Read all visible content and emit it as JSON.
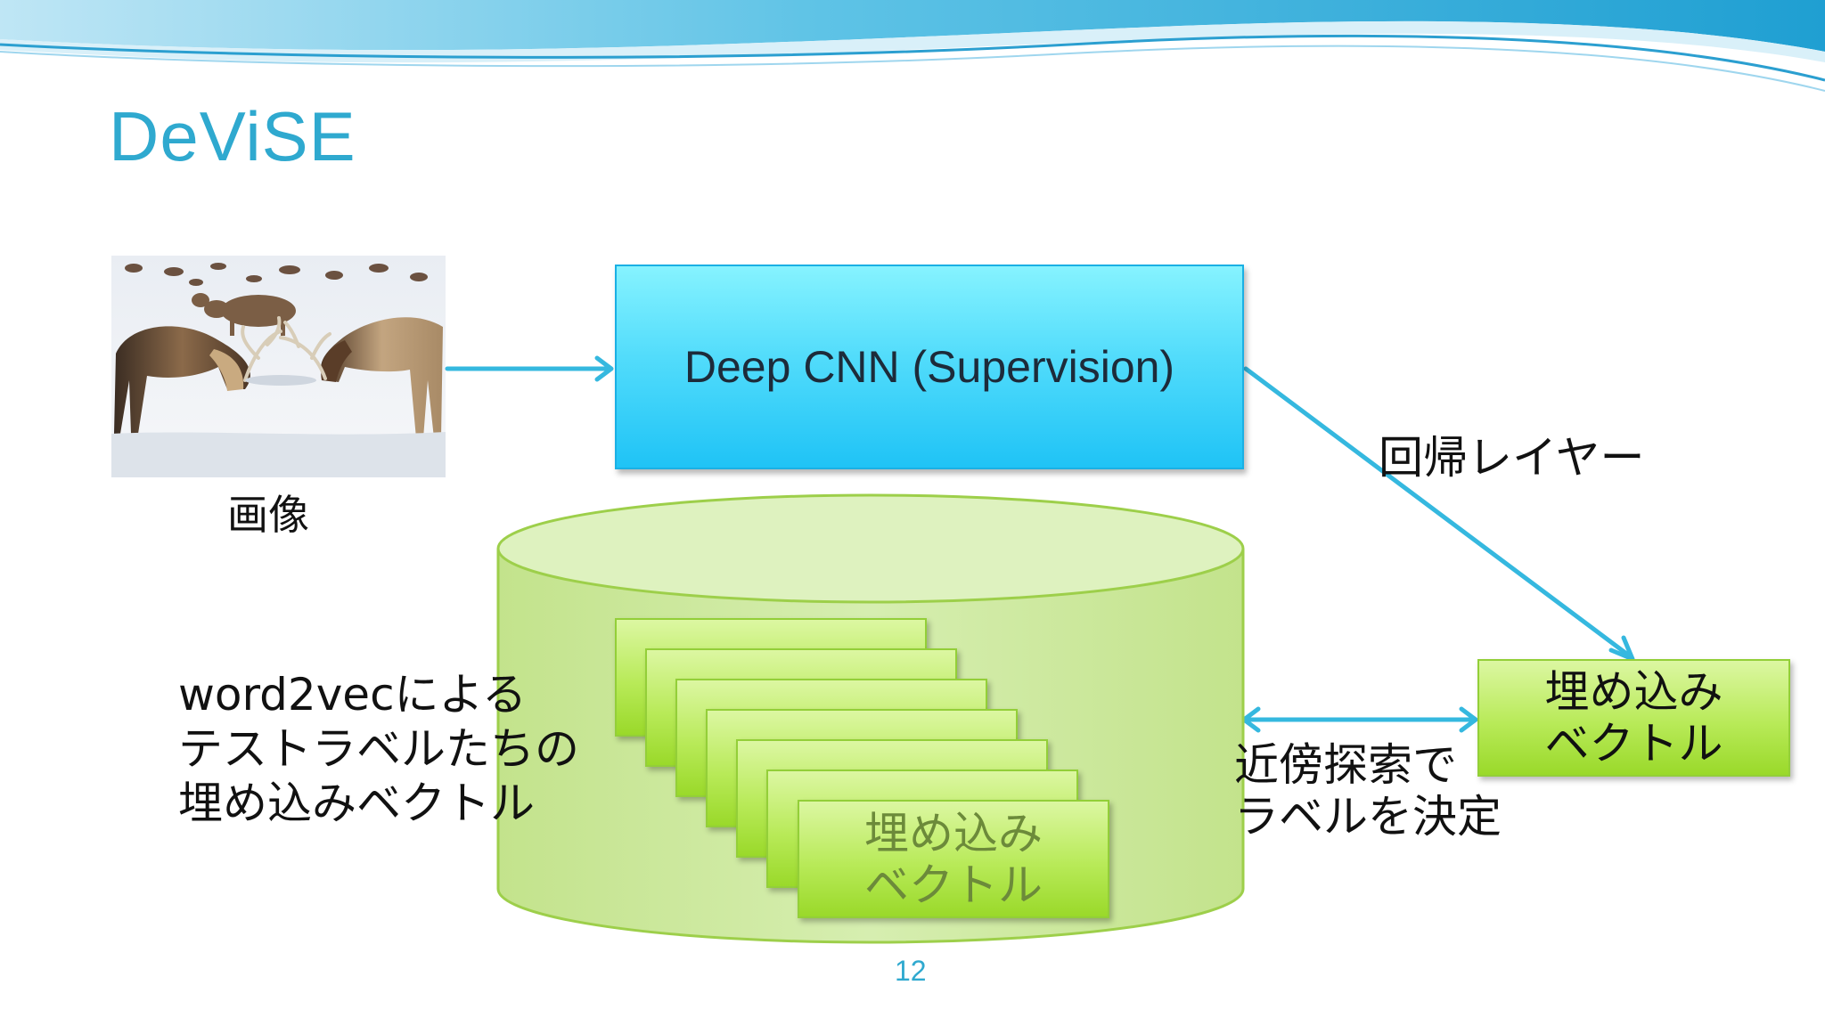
{
  "slide": {
    "title": "DeViSE",
    "page_number": "12"
  },
  "image": {
    "caption": "画像"
  },
  "cnn": {
    "label": "Deep CNN (Supervision)"
  },
  "regression": {
    "label": "回帰レイヤー"
  },
  "output_vector": {
    "line1": "埋め込み",
    "line2": "ベクトル"
  },
  "database": {
    "stack_label_line1": "埋め込み",
    "stack_label_line2": "ベクトル",
    "description_lines": [
      "word2vecによる",
      "テストラベルたちの",
      "埋め込みベクトル"
    ]
  },
  "nearest_neighbor": {
    "lines": [
      "近傍探索で",
      "ラベルを決定"
    ]
  },
  "colors": {
    "title": "#2fa9cf",
    "cnn_box": "#3fd2f8",
    "vector_box": "#b2e650",
    "cylinder": "#cfe9a0",
    "arrow": "#35b8df"
  },
  "icons": {
    "wave_banner": "header-wave",
    "photo": "elk-photo"
  }
}
